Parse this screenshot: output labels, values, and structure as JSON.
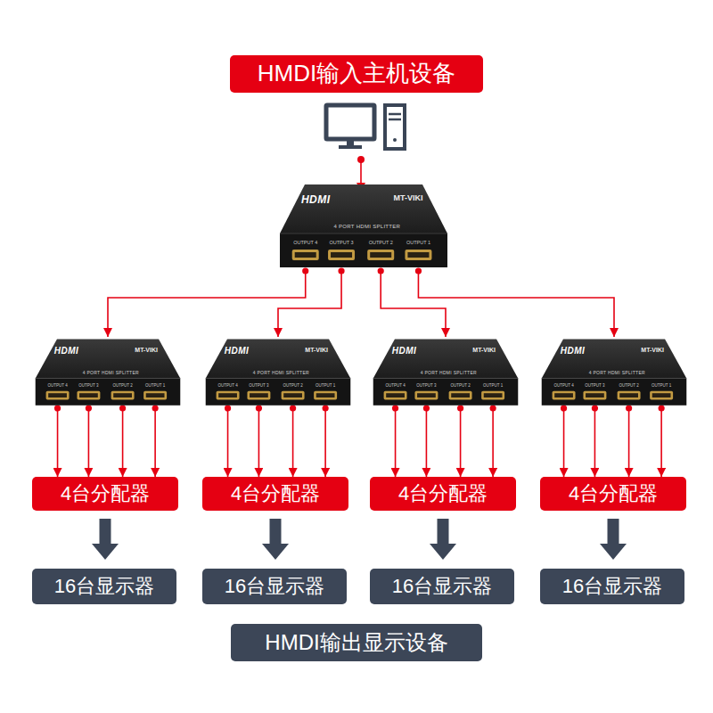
{
  "diagram": {
    "nodes": [
      {
        "text": [
          "HMDI输入主机设备"
        ]
      },
      {
        "text": [
          "HDMI",
          "MT-VIKI",
          "4 PORT HDMI SPLITTER",
          "OUTPUT 4",
          "OUTPUT 3",
          "OUTPUT 2",
          "OUTPUT 1"
        ]
      },
      {
        "text": [
          "HDMI",
          "MT-VIKI",
          "4 PORT HDMI SPLITTER",
          "OUTPUT 4",
          "OUTPUT 3",
          "OUTPUT 2",
          "OUTPUT 1"
        ]
      },
      {
        "text": [
          "HDMI",
          "MT-VIKI",
          "4 PORT HDMI SPLITTER",
          "OUTPUT 4",
          "OUTPUT 3",
          "OUTPUT 2",
          "OUTPUT 1"
        ]
      },
      {
        "text": [
          "HDMI",
          "MT-VIKI",
          "4 PORT HDMI SPLITTER",
          "OUTPUT 4",
          "OUTPUT 3",
          "OUTPUT 2",
          "OUTPUT 1"
        ]
      },
      {
        "text": [
          "HDMI",
          "MT-VIKI",
          "4 PORT HDMI SPLITTER",
          "OUTPUT 4",
          "OUTPUT 3",
          "OUTPUT 2",
          "OUTPUT 1"
        ]
      },
      {
        "text": [
          "4台分配器"
        ]
      },
      {
        "text": [
          "4台分配器"
        ]
      },
      {
        "text": [
          "4台分配器"
        ]
      },
      {
        "text": [
          "4台分配器"
        ]
      },
      {
        "text": [
          "16台显示器"
        ]
      },
      {
        "text": [
          "16台显示器"
        ]
      },
      {
        "text": [
          "16台显示器"
        ]
      },
      {
        "text": [
          "16台显示器"
        ]
      },
      {
        "text": [
          "HMDI输出显示设备"
        ]
      }
    ],
    "edges": [
      {
        "from": 1,
        "to": 2,
        "arrow": "to"
      },
      {
        "from": 1,
        "to": 3,
        "arrow": "to"
      },
      {
        "from": 1,
        "to": 4,
        "arrow": "to"
      },
      {
        "from": 1,
        "to": 5,
        "arrow": "to"
      },
      {
        "from": 2,
        "to": 6,
        "arrow": "to"
      },
      {
        "from": 2,
        "to": 6,
        "arrow": "to"
      },
      {
        "from": 2,
        "to": 6,
        "arrow": "to"
      },
      {
        "from": 2,
        "to": 6,
        "arrow": "to"
      },
      {
        "from": 3,
        "to": 7,
        "arrow": "to"
      },
      {
        "from": 3,
        "to": 7,
        "arrow": "to"
      },
      {
        "from": 3,
        "to": 7,
        "arrow": "to"
      },
      {
        "from": 3,
        "to": 7,
        "arrow": "to"
      },
      {
        "from": 4,
        "to": 8,
        "arrow": "to"
      },
      {
        "from": 4,
        "to": 8,
        "arrow": "to"
      },
      {
        "from": 4,
        "to": 8,
        "arrow": "to"
      },
      {
        "from": 4,
        "to": 8,
        "arrow": "to"
      },
      {
        "from": 5,
        "to": 9,
        "arrow": "to"
      },
      {
        "from": 5,
        "to": 9,
        "arrow": "to"
      },
      {
        "from": 5,
        "to": 9,
        "arrow": "to"
      },
      {
        "from": 5,
        "to": 9,
        "arrow": "to"
      },
      {
        "from": 6,
        "to": 10,
        "arrow": "to"
      },
      {
        "from": 7,
        "to": 11,
        "arrow": "to"
      },
      {
        "from": 8,
        "to": 12,
        "arrow": "to"
      },
      {
        "from": 9,
        "to": 13,
        "arrow": "to"
      }
    ]
  }
}
